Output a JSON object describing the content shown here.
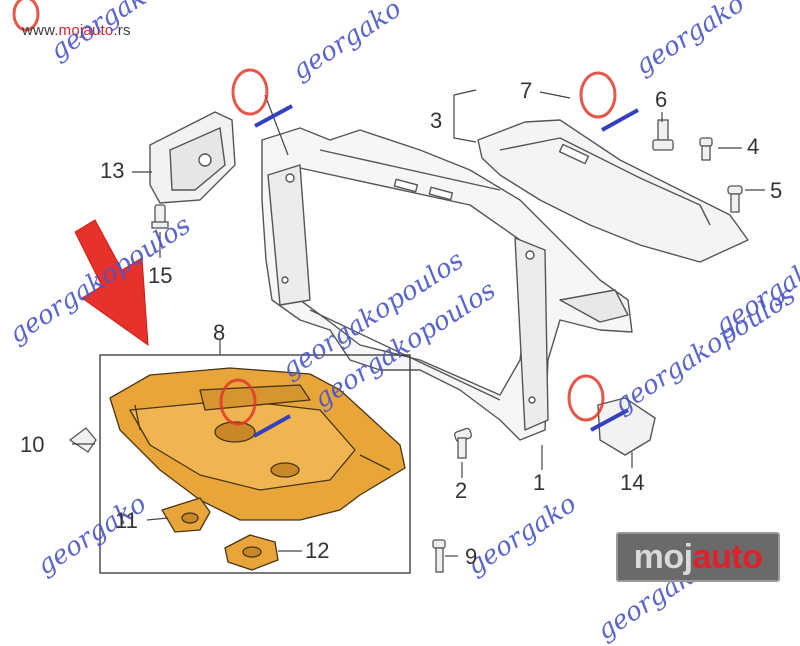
{
  "site": {
    "url_prefix": "www.",
    "url_brand": "mojauto",
    "url_suffix": ".rs"
  },
  "logo": {
    "part1": "moj",
    "part2": "auto"
  },
  "watermark": {
    "text_a": "georgako",
    "text_b": "georgakopoulos"
  },
  "parts": [
    {
      "num": "1"
    },
    {
      "num": "2"
    },
    {
      "num": "3"
    },
    {
      "num": "4"
    },
    {
      "num": "5"
    },
    {
      "num": "6"
    },
    {
      "num": "7"
    },
    {
      "num": "8"
    },
    {
      "num": "9"
    },
    {
      "num": "10"
    },
    {
      "num": "11"
    },
    {
      "num": "12"
    },
    {
      "num": "13"
    },
    {
      "num": "14"
    },
    {
      "num": "15"
    }
  ],
  "colors": {
    "highlight_part": "#e8a63a",
    "arrow": "#e8312a",
    "line": "#555555",
    "watermark": "#4a56c8",
    "brand_red": "#e0202a"
  }
}
